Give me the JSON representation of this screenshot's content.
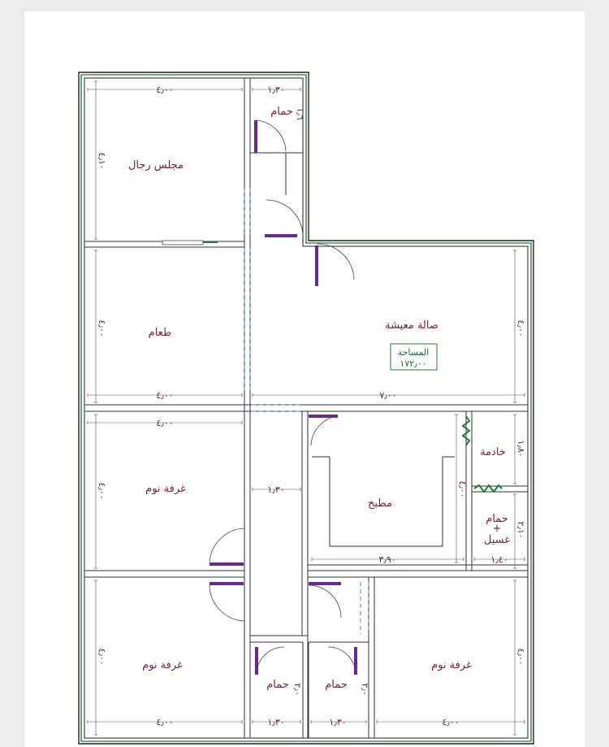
{
  "rooms": {
    "majlis": "مجلس رجال",
    "dining": "طعام",
    "living": "صالة معيشة",
    "bedroom_1": "غرفة نوم",
    "bedroom_2": "غرفة نوم",
    "bedroom_3": "غرفة نوم",
    "kitchen": "مطبخ",
    "maid": "خادمة",
    "bath_laundry_line1": "حمام",
    "bath_laundry_line2": "+",
    "bath_laundry_line3": "غسيل",
    "bath_top": "حمام",
    "bath_bottom_1": "حمام",
    "bath_bottom_2": "حمام"
  },
  "area_box": {
    "label": "المساحة",
    "value": "١٧٢٫٠٠"
  },
  "dimensions": {
    "majlis_width": "٤٫٠٠",
    "majlis_depth": "٤٫١٠",
    "bath_top_width": "١٫٣٠",
    "bath_top_depth": "١٫٦",
    "dining_depth": "٤٫٠٠",
    "dining_width": "٤٫٠٠",
    "living_width": "٧٫٠٠",
    "living_depth": "٤٫٠٠",
    "bedroom_1_width": "٤٫٠٠",
    "bedroom_1_depth": "٤٫٠٠",
    "corridor_width": "١٫٣٠",
    "kitchen_depth": "٤٫٠٠",
    "kitchen_width": "٣٫٩٠",
    "maid_depth": "١٫٨٠",
    "bath_laundry_depth": "٢٫١٠",
    "bath_laundry_width": "١٫٤٠",
    "bedroom_2_depth": "٤٫٠٠",
    "bedroom_2_width": "٤٫٠٠",
    "bath_bottom_1_width": "١٫٣٠",
    "bath_bottom_1_depth": "٢٫٠",
    "bath_bottom_2_width": "١٫٣٠",
    "bath_bottom_2_depth": "٢٫٠",
    "bedroom_3_depth": "٤٫٠٠",
    "bedroom_3_width": "٤٫٠٠"
  },
  "colors": {
    "wall": "#2f2f2f",
    "wall_accent": "#1f7a3a",
    "label": "#7a1f2e",
    "door": "#6a2a8a"
  }
}
